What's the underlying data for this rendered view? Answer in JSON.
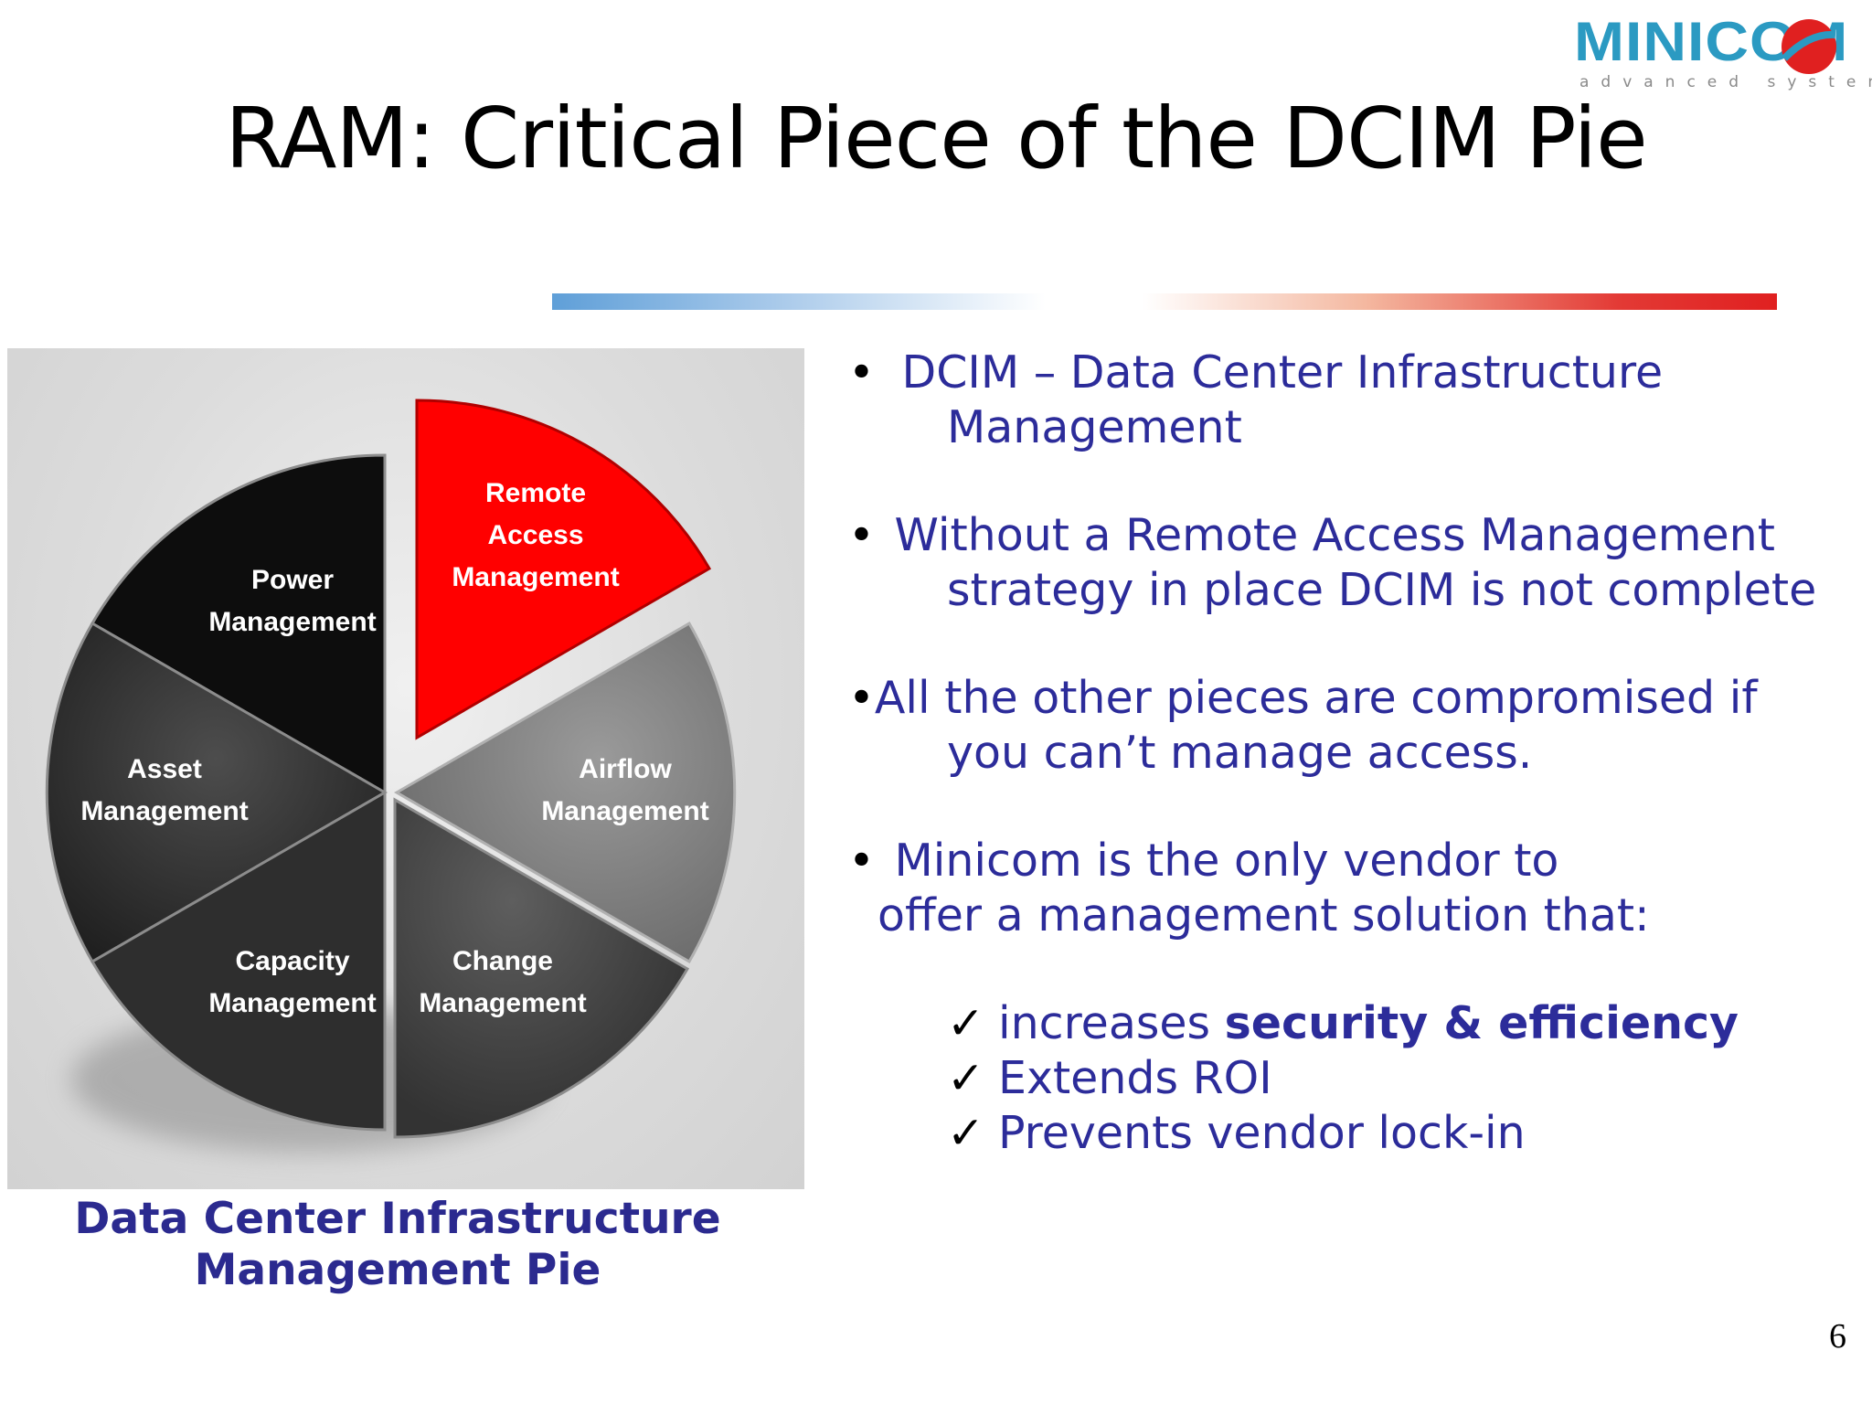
{
  "logo": {
    "brand": "MINICOM",
    "tagline": "advanced systems",
    "accent_color": "#2b9ac2",
    "globe_color": "#e02020"
  },
  "slide": {
    "title": "RAM: Critical Piece of the DCIM Pie",
    "page_number": "6"
  },
  "pie": {
    "slices": [
      {
        "line1": "Remote",
        "line2": "Access",
        "line3": "Management",
        "color": "#ff0000"
      },
      {
        "line1": "Airflow",
        "line2": "Management",
        "color": "#7f7f7f"
      },
      {
        "line1": "Change",
        "line2": "Management",
        "color": "#4a4a4a"
      },
      {
        "line1": "Capacity",
        "line2": "Management",
        "color": "#333333"
      },
      {
        "line1": "Asset",
        "line2": "Management",
        "color": "#262626"
      },
      {
        "line1": "Power",
        "line2": "Management",
        "color": "#0e0e0e"
      }
    ],
    "caption_line1": "Data Center Infrastructure",
    "caption_line2": "Management Pie"
  },
  "bullets": {
    "b1_marker": "•",
    "b1_line1": "DCIM – Data Center Infrastructure",
    "b1_line2": "Management",
    "b2_marker": "•",
    "b2_line1": "Without a Remote Access Management",
    "b2_line2": "strategy in place DCIM is not complete",
    "b3_marker": "•",
    "b3_line1": "All the other pieces are compromised if",
    "b3_line2": "you can’t manage access.",
    "b4_marker": "•",
    "b4_line1": "Minicom is the only vendor to",
    "b4_line2": "offer a management solution that:",
    "checks": [
      {
        "mark": "✓",
        "text": "increases ",
        "bold": "security & efficiency"
      },
      {
        "mark": "✓",
        "text": "Extends ROI"
      },
      {
        "mark": "✓",
        "text": "Prevents vendor lock-in"
      }
    ],
    "text_color": "#2c2c9a"
  }
}
